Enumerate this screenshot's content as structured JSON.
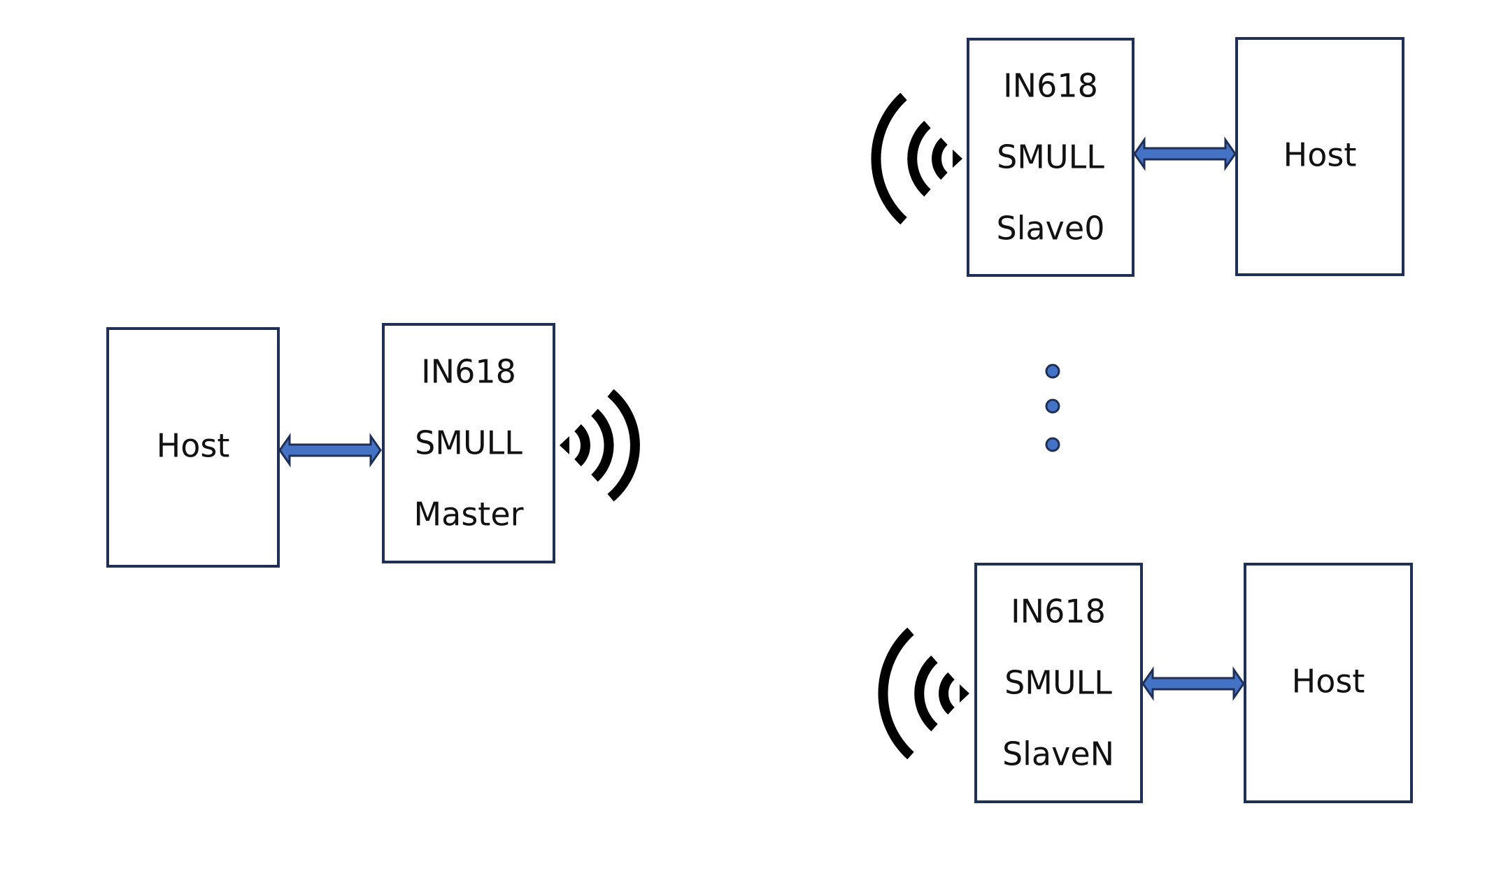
{
  "master_side": {
    "host_label": "Host",
    "module_lines": [
      "IN618",
      "SMULL",
      "Master"
    ]
  },
  "slaves": [
    {
      "module_lines": [
        "IN618",
        "SMULL",
        "Slave0"
      ],
      "host_label": "Host"
    },
    {
      "module_lines": [
        "IN618",
        "SMULL",
        "SlaveN"
      ],
      "host_label": "Host"
    }
  ],
  "colors": {
    "box_border": "#1f2f55",
    "arrow_fill": "#4472c4",
    "wave": "#000000"
  }
}
